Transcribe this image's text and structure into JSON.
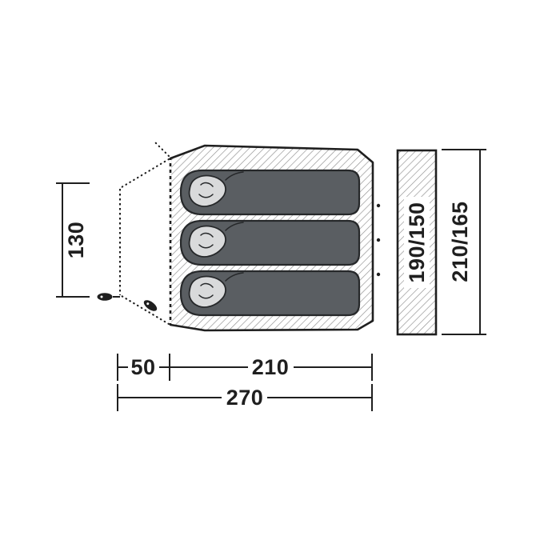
{
  "figure": {
    "type": "tent-floorplan-diagram",
    "dimensions": {
      "front_height": "130",
      "vestibule_depth": "50",
      "inner_width": "210",
      "total_width": "270",
      "inner_height": "190/150",
      "total_height": "210/165"
    },
    "colors": {
      "line": "#1f1f1f",
      "hatch": "#8f8f8f",
      "pad_fill": "#5a5e62",
      "pad_stroke": "#26282a",
      "pillow_fill": "#d9dadb",
      "background": "#ffffff"
    }
  }
}
